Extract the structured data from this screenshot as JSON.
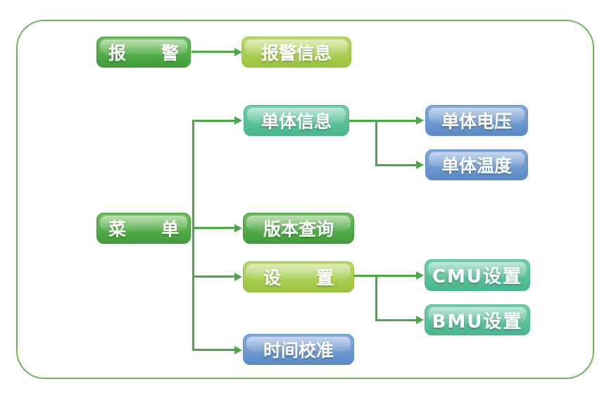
{
  "diagram": {
    "description": "Battery monitor menu-tree diagram",
    "colors": {
      "background": "#ffffff",
      "frame_border": "#68b457",
      "connector": "#4ca747",
      "node_green": "#4aa63f",
      "node_yellow_green": "#a6cc4a",
      "node_teal": "#52bd97",
      "node_blue": "#6493cc",
      "node_text": "#ffffff"
    },
    "nodes": {
      "alarm": {
        "label": "报　　警",
        "color": "green"
      },
      "alarm_info": {
        "label": "报警信息",
        "color": "yellow_green"
      },
      "menu": {
        "label": "菜　　单",
        "color": "green"
      },
      "cell_info": {
        "label": "单体信息",
        "color": "teal"
      },
      "cell_voltage": {
        "label": "单体电压",
        "color": "blue"
      },
      "cell_temp": {
        "label": "单体温度",
        "color": "blue"
      },
      "version_query": {
        "label": "版本查询",
        "color": "green"
      },
      "settings": {
        "label": "设　　置",
        "color": "yellow_green"
      },
      "cmu_settings": {
        "label": "CMU设置",
        "color": "teal"
      },
      "bmu_settings": {
        "label": "BMU设置",
        "color": "teal"
      },
      "time_calibration": {
        "label": "时间校准",
        "color": "blue"
      }
    },
    "edges": [
      [
        "alarm",
        "alarm_info"
      ],
      [
        "menu",
        "cell_info"
      ],
      [
        "menu",
        "version_query"
      ],
      [
        "menu",
        "settings"
      ],
      [
        "menu",
        "time_calibration"
      ],
      [
        "cell_info",
        "cell_voltage"
      ],
      [
        "cell_info",
        "cell_temp"
      ],
      [
        "settings",
        "cmu_settings"
      ],
      [
        "settings",
        "bmu_settings"
      ]
    ]
  }
}
